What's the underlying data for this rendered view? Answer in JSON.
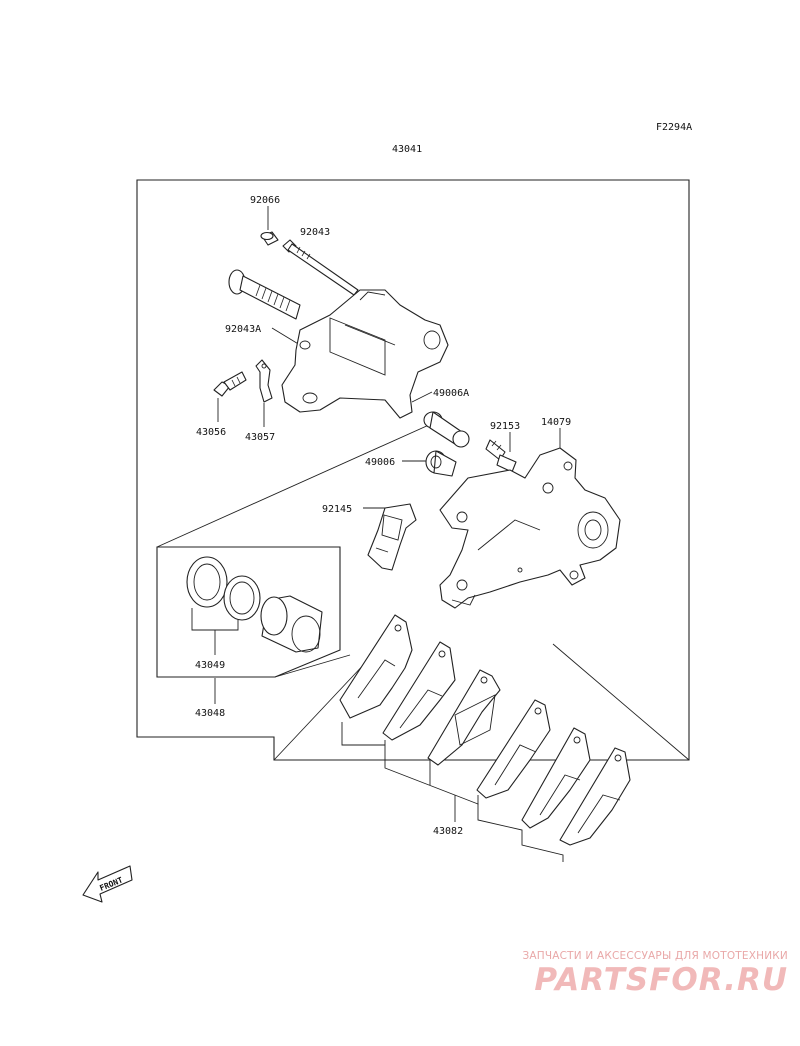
{
  "diagram": {
    "figure_code": "F2294A",
    "assembly_number": "43041",
    "parts": [
      {
        "id": "p92066",
        "number": "92066"
      },
      {
        "id": "p92043",
        "number": "92043"
      },
      {
        "id": "p92043A",
        "number": "92043A"
      },
      {
        "id": "p43056",
        "number": "43056"
      },
      {
        "id": "p43057",
        "number": "43057"
      },
      {
        "id": "p49006A",
        "number": "49006A"
      },
      {
        "id": "p92153",
        "number": "92153"
      },
      {
        "id": "p14079",
        "number": "14079"
      },
      {
        "id": "p49006",
        "number": "49006"
      },
      {
        "id": "p92145",
        "number": "92145"
      },
      {
        "id": "p43049",
        "number": "43049"
      },
      {
        "id": "p43048",
        "number": "43048"
      },
      {
        "id": "p43082",
        "number": "43082"
      }
    ],
    "direction_arrow": {
      "label": "FRONT",
      "icon": "front-arrow-icon"
    }
  },
  "watermark": {
    "tagline": "ЗАПЧАСТИ И АКСЕССУАРЫ ДЛЯ МОТОТЕХНИКИ",
    "logo": "PARTSFOR.RU",
    "color": "#f1b9b9"
  }
}
